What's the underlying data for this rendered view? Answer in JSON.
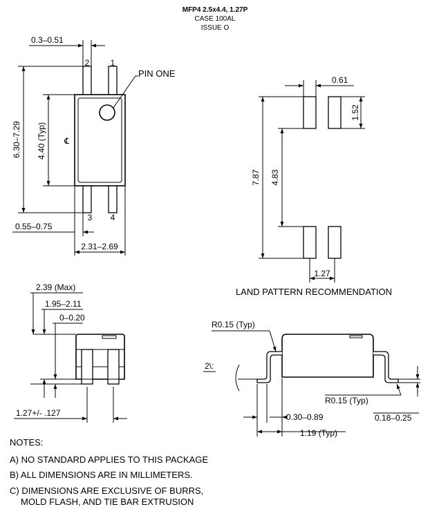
{
  "title": {
    "part": "MFP4 2.5x4.4, 1.27P",
    "case": "CASE 100AL",
    "issue": "ISSUE O"
  },
  "top_view": {
    "dim_lead_width": "0.3–0.51",
    "pin_2": "2",
    "pin_1": "1",
    "pin_3": "3",
    "pin_4": "4",
    "pin_one_label": "PIN ONE",
    "dim_overall_length": "6.30–7.29",
    "dim_body_length": "4.40 (Typ)",
    "centerline": "℄",
    "dim_lead_offset": "0.55–0.75",
    "dim_body_width": "2.31–2.69"
  },
  "land_pattern": {
    "dim_pad_width": "0.61",
    "dim_pad_height": "1.52",
    "dim_outer": "7.87",
    "dim_inner": "4.83",
    "dim_pitch": "1.27",
    "caption": "LAND PATTERN RECOMMENDATION"
  },
  "side_view": {
    "dim_max_height": "2.39 (Max)",
    "dim_body_height": "1.95–2.11",
    "dim_standoff": "0–0.20",
    "dim_pitch": "1.27+/- .127"
  },
  "profile_view": {
    "radius_top": "R0.15 (Typ)",
    "radius_bottom": "R0.15 (Typ)",
    "angle": "2\\:",
    "dim_foot_length": "0.30–0.89",
    "dim_lead_thickness": "0.18–0.25",
    "dim_foot_typ": "1.19 (Typ)"
  },
  "notes": {
    "heading": "NOTES:",
    "a": "A) NO STANDARD APPLIES TO THIS PACKAGE",
    "b": "B) ALL DIMENSIONS ARE IN MILLIMETERS.",
    "c1": "C) DIMENSIONS ARE EXCLUSIVE OF BURRS,",
    "c2": "MOLD FLASH, AND TIE BAR EXTRUSION"
  }
}
